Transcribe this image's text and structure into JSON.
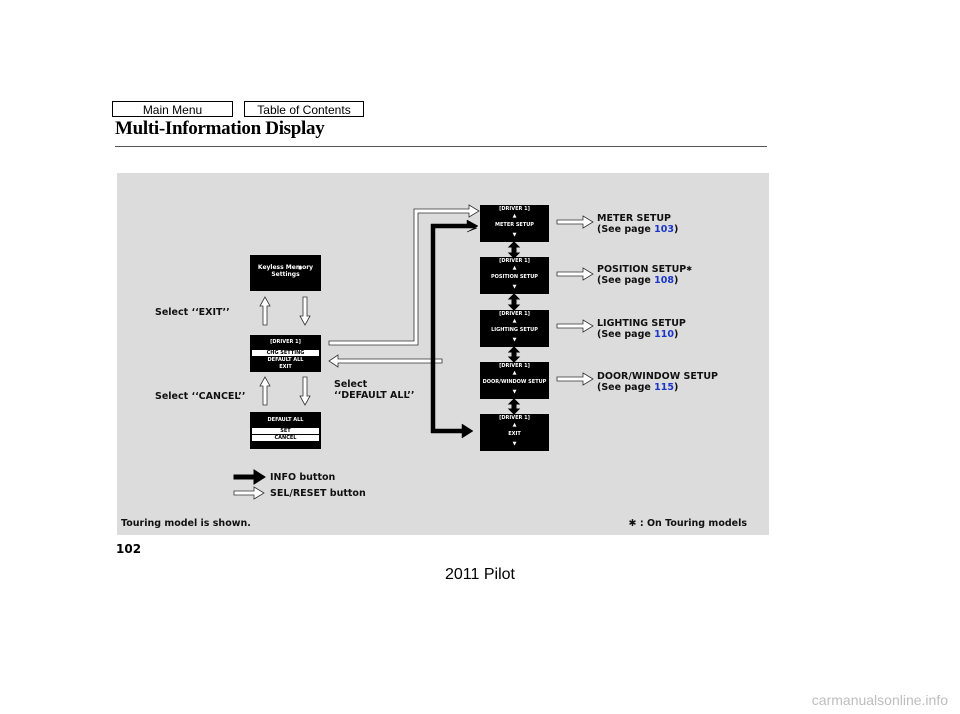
{
  "nav": {
    "main_menu": "Main Menu",
    "table_of_contents": "Table of Contents"
  },
  "page": {
    "title": "Multi-Information Display",
    "page_number": "102",
    "model": "2011 Pilot",
    "watermark": "carmanualsonline.info"
  },
  "notes": {
    "touring_shown": "Touring model is shown.",
    "touring_only": "✱ : On Touring models"
  },
  "lcd": {
    "keyless": {
      "line1": "Keyless Memory",
      "line2": "Settings",
      "mark": "✱"
    },
    "driver_menu": {
      "header": "[DRIVER 1]",
      "item1": "CHG SETTING",
      "item2": "DEFAULT ALL",
      "item3": "EXIT"
    },
    "default_all": {
      "header": "DEFAULT ALL",
      "item1": "SET",
      "item2": "CANCEL"
    },
    "screens": [
      {
        "header": "[DRIVER 1]",
        "label": "METER SETUP"
      },
      {
        "header": "[DRIVER 1]",
        "label": "POSITION SETUP"
      },
      {
        "header": "[DRIVER 1]",
        "label": "LIGHTING SETUP"
      },
      {
        "header": "[DRIVER 1]",
        "label": "DOOR/WINDOW SETUP"
      },
      {
        "header": "[DRIVER 1]",
        "label": "EXIT"
      }
    ],
    "up_arrow": "▲",
    "down_arrow": "▼"
  },
  "labels": {
    "select_exit": "Select ‘‘EXIT’’",
    "select_cancel": "Select ‘‘CANCEL’’",
    "select": "Select",
    "default_all": "‘‘DEFAULT ALL’’",
    "info_button": "INFO button",
    "sel_reset_button": "SEL/RESET button"
  },
  "setup_items": [
    {
      "name": "METER SETUP",
      "mark": "",
      "see_page": "(See page ",
      "page": "103",
      "close": ")"
    },
    {
      "name": "POSITION SETUP",
      "mark": "✱",
      "see_page": "(See page ",
      "page": "108",
      "close": ")"
    },
    {
      "name": "LIGHTING SETUP",
      "mark": "",
      "see_page": "(See page ",
      "page": "110",
      "close": ")"
    },
    {
      "name": "DOOR/WINDOW SETUP",
      "mark": "",
      "see_page": "(See page ",
      "page": "115",
      "close": ")"
    }
  ],
  "colors": {
    "diagram_bg": "#dcdcdc",
    "link": "#1a35c8",
    "lcd_bg": "#000000",
    "arrow_fill": "#ffffff",
    "info_arrow": "#000000"
  }
}
